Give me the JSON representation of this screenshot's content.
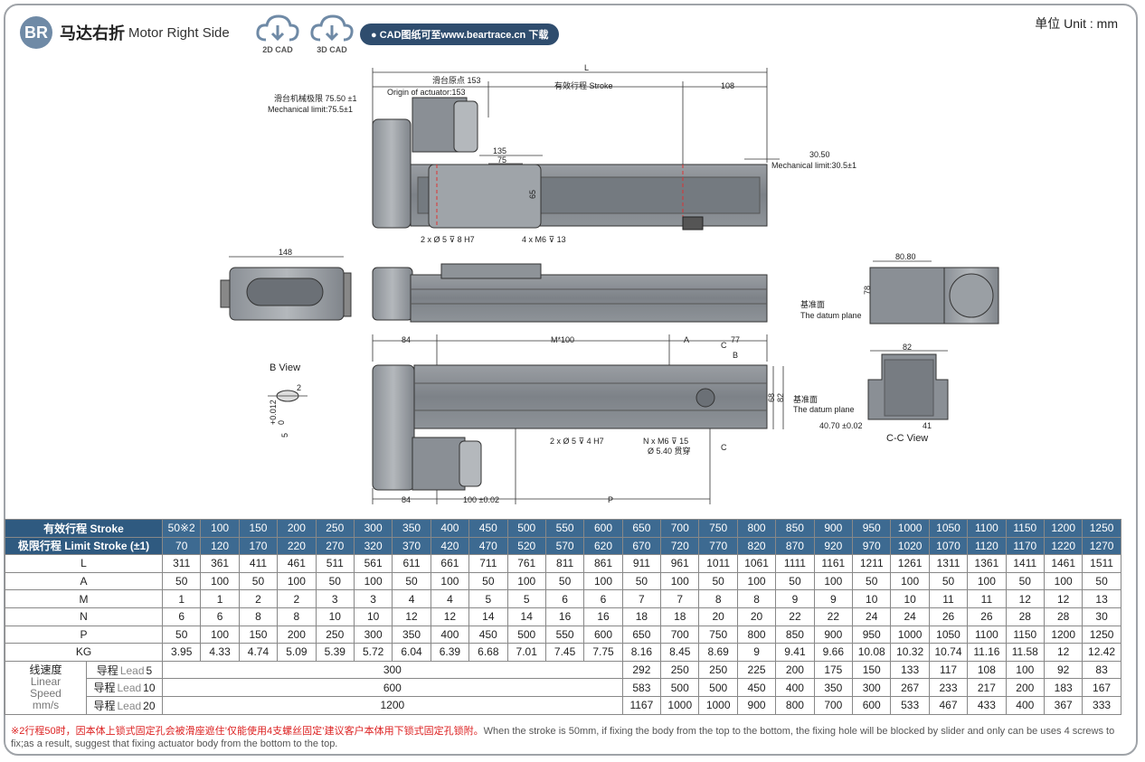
{
  "header": {
    "badge": "BR",
    "title_cn": "马达右折",
    "title_en": "Motor Right Side",
    "cad_2d": "2D CAD",
    "cad_3d": "3D CAD",
    "cad_link": "● CAD图纸可至www.beartrace.cn 下载",
    "unit": "单位 Unit : mm"
  },
  "drawing": {
    "L": "L",
    "origin_cn": "滑台原点 153",
    "origin_en": "Origin of actuator:153",
    "stroke": "有效行程 Stroke",
    "d108": "108",
    "mech_cn": "滑台机械极限 75.50 ±1",
    "mech_en": "Mechanical limit:75.5±1",
    "d135": "135",
    "d75": "75",
    "d65": "65",
    "d3050": "30.50",
    "mech_right": "Mechanical limit:30.5±1",
    "hole1": "2 x Ø 5 ⊽ 8 H7",
    "hole2": "4 x M6 ⊽ 13",
    "d148": "148",
    "d8080": "80.80",
    "d78": "78",
    "datum_cn": "基准面",
    "datum_en": "The datum plane",
    "d84a": "84",
    "m100": "M*100",
    "dA": "A",
    "d77": "77",
    "dC": "C",
    "dB": "B",
    "bview": "B View",
    "d2": "2",
    "d0012": "+0.012",
    "d0": "0",
    "d5": "5",
    "d68": "68",
    "d82v": "82",
    "d82": "82",
    "d41": "41",
    "d4070": "40.70 ±0.02",
    "ccview": "C-C View",
    "hole3": "2 x Ø 5 ⊽ 4 H7",
    "hole4": "N x M6 ⊽ 15",
    "hole5": "Ø 5.40 贯穿",
    "dC2": "C",
    "d84b": "84",
    "d100": "100 ±0.02",
    "dP": "P"
  },
  "table": {
    "stroke_label": "有效行程 Stroke",
    "limit_label": "极限行程 Limit Stroke (±1)",
    "strokes": [
      "50※2",
      "100",
      "150",
      "200",
      "250",
      "300",
      "350",
      "400",
      "450",
      "500",
      "550",
      "600",
      "650",
      "700",
      "750",
      "800",
      "850",
      "900",
      "950",
      "1000",
      "1050",
      "1100",
      "1150",
      "1200",
      "1250"
    ],
    "limits": [
      "70",
      "120",
      "170",
      "220",
      "270",
      "320",
      "370",
      "420",
      "470",
      "520",
      "570",
      "620",
      "670",
      "720",
      "770",
      "820",
      "870",
      "920",
      "970",
      "1020",
      "1070",
      "1120",
      "1170",
      "1220",
      "1270"
    ],
    "rows": [
      {
        "label": "L",
        "values": [
          "311",
          "361",
          "411",
          "461",
          "511",
          "561",
          "611",
          "661",
          "711",
          "761",
          "811",
          "861",
          "911",
          "961",
          "1011",
          "1061",
          "1111",
          "1161",
          "1211",
          "1261",
          "1311",
          "1361",
          "1411",
          "1461",
          "1511"
        ]
      },
      {
        "label": "A",
        "values": [
          "50",
          "100",
          "50",
          "100",
          "50",
          "100",
          "50",
          "100",
          "50",
          "100",
          "50",
          "100",
          "50",
          "100",
          "50",
          "100",
          "50",
          "100",
          "50",
          "100",
          "50",
          "100",
          "50",
          "100",
          "50"
        ]
      },
      {
        "label": "M",
        "values": [
          "1",
          "1",
          "2",
          "2",
          "3",
          "3",
          "4",
          "4",
          "5",
          "5",
          "6",
          "6",
          "7",
          "7",
          "8",
          "8",
          "9",
          "9",
          "10",
          "10",
          "11",
          "11",
          "12",
          "12",
          "13"
        ]
      },
      {
        "label": "N",
        "values": [
          "6",
          "6",
          "8",
          "8",
          "10",
          "10",
          "12",
          "12",
          "14",
          "14",
          "16",
          "16",
          "18",
          "18",
          "20",
          "20",
          "22",
          "22",
          "24",
          "24",
          "26",
          "26",
          "28",
          "28",
          "30"
        ]
      },
      {
        "label": "P",
        "values": [
          "50",
          "100",
          "150",
          "200",
          "250",
          "300",
          "350",
          "400",
          "450",
          "500",
          "550",
          "600",
          "650",
          "700",
          "750",
          "800",
          "850",
          "900",
          "950",
          "1000",
          "1050",
          "1100",
          "1150",
          "1200",
          "1250"
        ]
      },
      {
        "label": "KG",
        "values": [
          "3.95",
          "4.33",
          "4.74",
          "5.09",
          "5.39",
          "5.72",
          "6.04",
          "6.39",
          "6.68",
          "7.01",
          "7.45",
          "7.75",
          "8.16",
          "8.45",
          "8.69",
          "9",
          "9.41",
          "9.66",
          "10.08",
          "10.32",
          "10.74",
          "11.16",
          "11.58",
          "12",
          "12.42"
        ]
      }
    ],
    "speed_cn": "线速度",
    "speed_en1": "Linear",
    "speed_en2": "Speed",
    "speed_unit": "mm/s",
    "speed_rows": [
      {
        "lead_cn": "导程",
        "lead_en": "Lead",
        "lead": "5",
        "span": "300",
        "values": [
          "292",
          "250",
          "250",
          "225",
          "200",
          "175",
          "150",
          "133",
          "117",
          "108",
          "100",
          "92",
          "83"
        ]
      },
      {
        "lead_cn": "导程",
        "lead_en": "Lead",
        "lead": "10",
        "span": "600",
        "values": [
          "583",
          "500",
          "500",
          "450",
          "400",
          "350",
          "300",
          "267",
          "233",
          "217",
          "200",
          "183",
          "167"
        ]
      },
      {
        "lead_cn": "导程",
        "lead_en": "Lead",
        "lead": "20",
        "span": "1200",
        "values": [
          "1167",
          "1000",
          "1000",
          "900",
          "800",
          "700",
          "600",
          "533",
          "467",
          "433",
          "400",
          "367",
          "333"
        ]
      }
    ]
  },
  "note": {
    "red": "※2行程50时，因本体上锁式固定孔会被滑座遮住’仅能使用4支螺丝固定’建议客户本体用下锁式固定孔锁附。",
    "grey": "When the stroke is 50mm, if fixing the body from the top to the bottom, the fixing hole will be blocked by slider and only can be uses 4 screws to fix;as a result, suggest that fixing actuator body from the bottom to the top."
  }
}
